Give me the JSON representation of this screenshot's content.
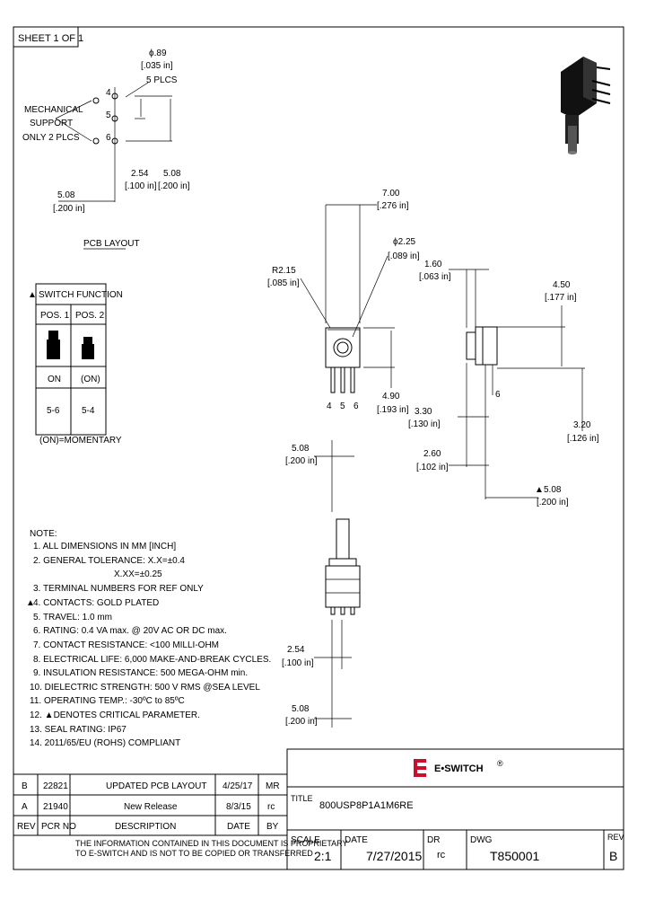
{
  "sheet_label": "SHEET 1 OF 1",
  "pcb_layout": {
    "hole_dia": "ϕ.89",
    "hole_dia_in": "[.035 in]",
    "hole_count": "5 PLCS",
    "mech_support": [
      "MECHANICAL",
      "SUPPORT",
      "ONLY 2 PLCS"
    ],
    "pin_labels": [
      "4",
      "5",
      "6"
    ],
    "dim_254": "2.54",
    "dim_254_in": "[.100 in]",
    "dim_508_right": "5.08",
    "dim_508_right_in": "[.200 in]",
    "dim_508_left": "5.08",
    "dim_508_left_in": "[.200 in]",
    "caption": "PCB LAYOUT"
  },
  "switch_function": {
    "title": "SWITCH FUNCTION",
    "headers": [
      "POS. 1",
      "POS. 2"
    ],
    "states": [
      "ON",
      "(ON)"
    ],
    "connections": [
      "5-6",
      "5-4"
    ],
    "footnote": "(ON)=MOMENTARY"
  },
  "front_view": {
    "dim_700": "7.00",
    "dim_700_in": "[.276 in]",
    "dim_225": "ϕ2.25",
    "dim_225_in": "[.089 in]",
    "r215": "R2.15",
    "r215_in": "[.085 in]",
    "dim_490": "4.90",
    "dim_490_in": "[.193 in]",
    "pins": [
      "4",
      "5",
      "6"
    ]
  },
  "side_view": {
    "dim_160": "1.60",
    "dim_160_in": "[.063 in]",
    "dim_450": "4.50",
    "dim_450_in": "[.177 in]",
    "pin_label": "6",
    "dim_330": "3.30",
    "dim_330_in": "[.130 in]",
    "dim_320": "3.20",
    "dim_320_in": "[.126 in]",
    "dim_260": "2.60",
    "dim_260_in": "[.102 in]",
    "dim_508": "5.08",
    "dim_508_in": "[.200 in]"
  },
  "bottom_view": {
    "dim_508_top": "5.08",
    "dim_508_top_in": "[.200 in]",
    "dim_254": "2.54",
    "dim_254_in": "[.100 in]",
    "dim_508_bot": "5.08",
    "dim_508_bot_in": "[.200 in]"
  },
  "notes": {
    "title": "NOTE:",
    "items": [
      "1. ALL DIMENSIONS IN MM [INCH]",
      "2. GENERAL TOLERANCE: X.X=±0.4",
      "X.XX=±0.25",
      "3. TERMINAL NUMBERS FOR REF ONLY",
      "4. CONTACTS: GOLD PLATED",
      "5. TRAVEL: 1.0 mm",
      "6. RATING: 0.4 VA max. @ 20V AC OR DC max.",
      "7. CONTACT RESISTANCE: <100 MILLI-OHM",
      "8. ELECTRICAL LIFE: 6,000 MAKE-AND-BREAK CYCLES.",
      "9. INSULATION RESISTANCE: 500 MEGA-OHM min.",
      "10. DIELECTRIC STRENGTH: 500 V RMS @SEA LEVEL",
      "11. OPERATING TEMP.: -30ºC to 85ºC",
      "12. ▲DENOTES CRITICAL PARAMETER.",
      "13. SEAL RATING: IP67",
      "14. 2011/65/EU (ROHS) COMPLIANT"
    ]
  },
  "revision_table": {
    "headers": [
      "REV",
      "PCR NO",
      "DESCRIPTION",
      "DATE",
      "BY"
    ],
    "rows": [
      [
        "B",
        "22821",
        "UPDATED PCB LAYOUT",
        "4/25/17",
        "MR"
      ],
      [
        "A",
        "21940",
        "New Release",
        "8/3/15",
        "rc"
      ]
    ]
  },
  "proprietary": [
    "THE INFORMATION CONTAINED IN THIS DOCUMENT IS PROPRIETARY",
    "TO E-SWITCH AND IS NOT TO BE COPIED OR TRANSFERRED"
  ],
  "title_block": {
    "brand": "E•SWITCH",
    "brand_mark": "®",
    "title_label": "TITLE",
    "title": "800USP8P1A1M6RE",
    "scale_label": "SCALE",
    "scale": "2:1",
    "date_label": "DATE",
    "date": "7/27/2015",
    "dr_label": "DR",
    "dr": "rc",
    "dwg_label": "DWG",
    "dwg": "T850001",
    "rev_label": "REV",
    "rev": "B"
  },
  "colors": {
    "brand_red": "#c8102e",
    "line": "#000000"
  }
}
